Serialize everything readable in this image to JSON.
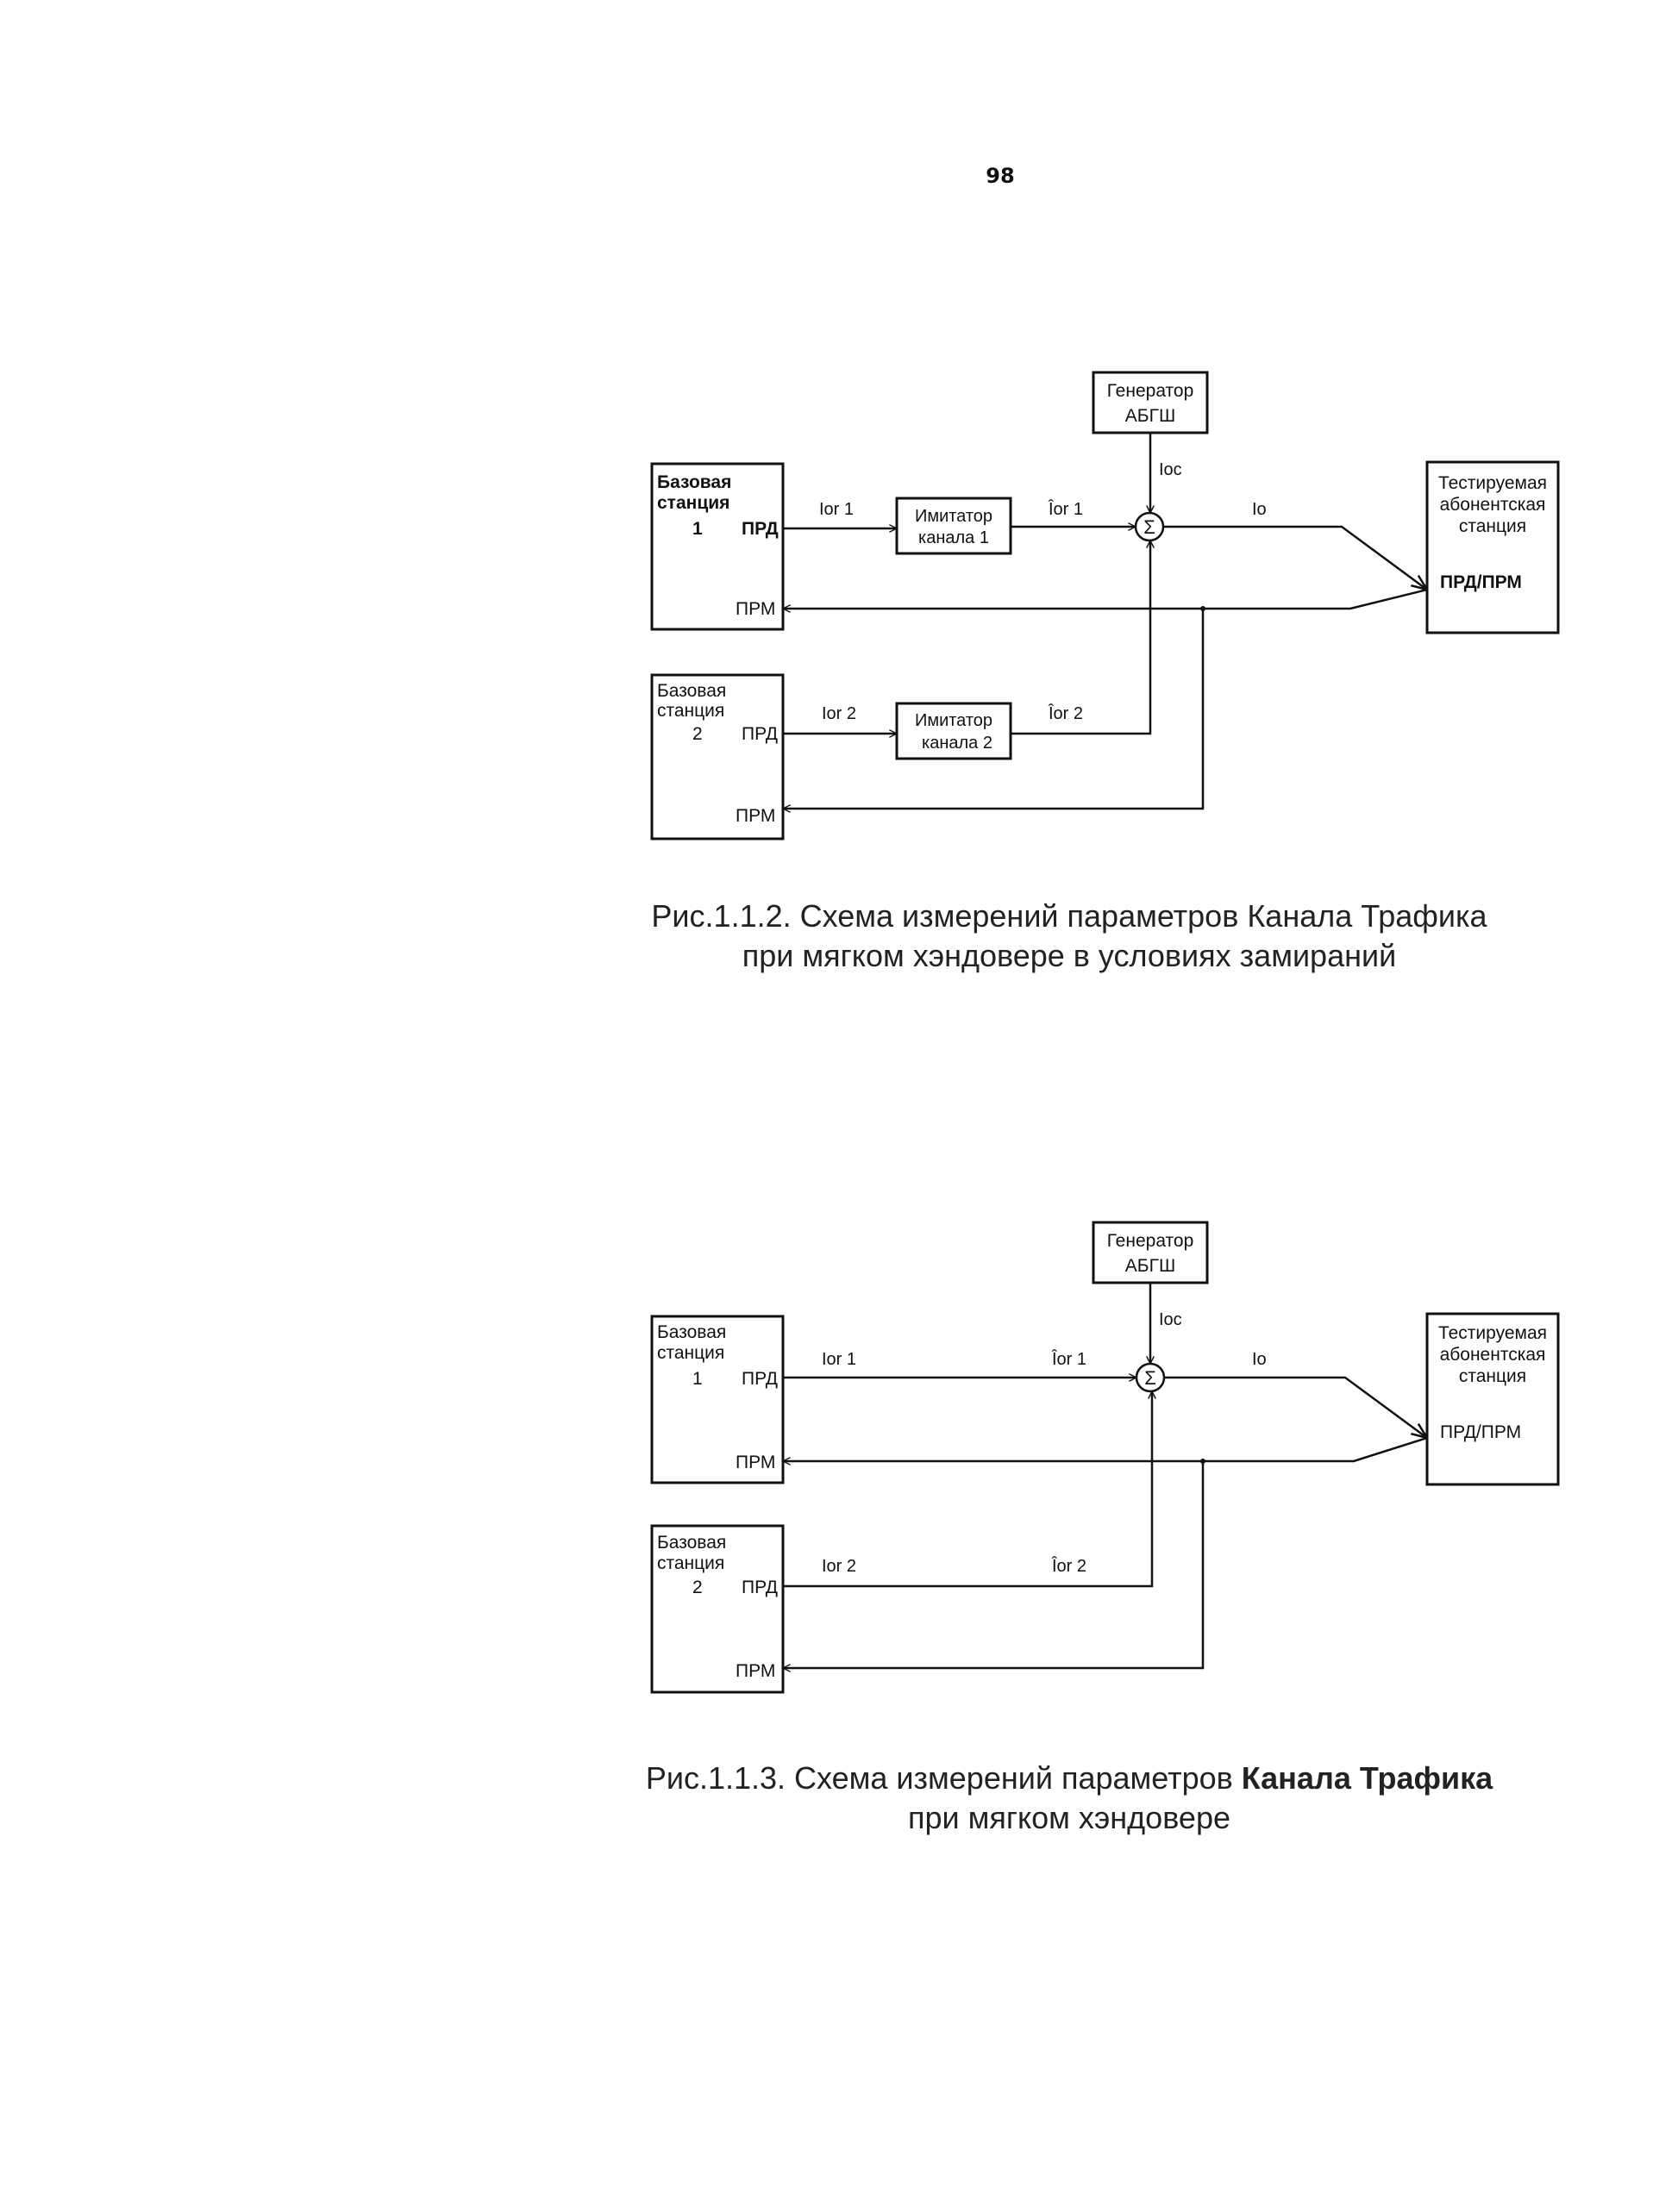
{
  "page": {
    "number": "98"
  },
  "fig1": {
    "generator": {
      "line1": "Генератор",
      "line2": "АБГШ"
    },
    "base1": {
      "line1": "Базовая",
      "line2": "станция",
      "num": "1",
      "tx": "ПРД",
      "rx": "ПРМ"
    },
    "base2": {
      "line1": "Базовая",
      "line2": "станция",
      "num": "2",
      "tx": "ПРД",
      "rx": "ПРМ"
    },
    "sim1": {
      "line1": "Имитатор",
      "line2": "канала 1"
    },
    "sim2": {
      "line1": "Имитатор",
      "line2": "канала 2"
    },
    "subscriber": {
      "line1": "Тестируемая",
      "line2": "абонентская",
      "line3": "станция",
      "port": "ПРД/ПРМ"
    },
    "sum_symbol": "Σ",
    "labels": {
      "ior1": "Ior 1",
      "ior1_hat": "Îor 1",
      "ior2": "Ior 2",
      "ior2_hat": "Îor 2",
      "ioc": "Ioc",
      "io": "Io"
    },
    "caption": {
      "line1": "Рис.1.1.2. Схема измерений параметров Канала Трафика",
      "line2": "при мягком хэндовере  в условиях замираний"
    }
  },
  "fig2": {
    "generator": {
      "line1": "Генератор",
      "line2": "АБГШ"
    },
    "base1": {
      "line1": "Базовая",
      "line2": "станция",
      "num": "1",
      "tx": "ПРД",
      "rx": "ПРМ"
    },
    "base2": {
      "line1": "Базовая",
      "line2": "станция",
      "num": "2",
      "tx": "ПРД",
      "rx": "ПРМ"
    },
    "subscriber": {
      "line1": "Тестируемая",
      "line2": "абонентская",
      "line3": "станция",
      "port": "ПРД/ПРМ"
    },
    "sum_symbol": "Σ",
    "labels": {
      "ior1": "Ior 1",
      "ior1_hat": "Îor 1",
      "ior2": "Ior 2",
      "ior2_hat": "Îor 2",
      "ioc": "Ioc",
      "io": "Io"
    },
    "caption": {
      "line1_plain": "Рис.1.1.3. Схема измерений параметров ",
      "line1_bold": "Канала Трафика",
      "line2": "при мягком хэндовере"
    }
  }
}
